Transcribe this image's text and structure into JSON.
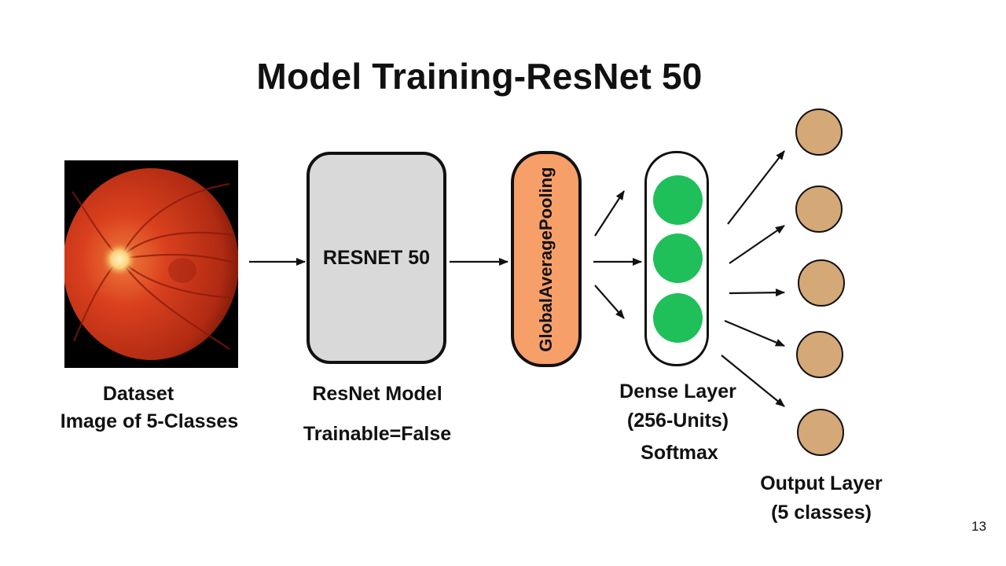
{
  "title": "Model Training-ResNet 50",
  "dataset": {
    "line1": "Dataset",
    "line2": "Image of 5-Classes"
  },
  "resnet": {
    "box_label": "RESNET 50",
    "caption": "ResNet Model",
    "sub_caption": "Trainable=False"
  },
  "pooling": {
    "label": "GlobalAveragePooling"
  },
  "dense": {
    "line1": "Dense Layer",
    "line2": "(256-Units)",
    "line3": "Softmax",
    "node_count": 3
  },
  "output": {
    "line1": "Output Layer",
    "line2": "(5 classes)",
    "node_count": 5
  },
  "page_number": "13",
  "colors": {
    "resnet_fill": "#d9d9d9",
    "pooling_fill": "#f79f69",
    "dense_node": "#1fbf5a",
    "output_node": "#d4a877",
    "fundus_red": "#c8321a"
  }
}
